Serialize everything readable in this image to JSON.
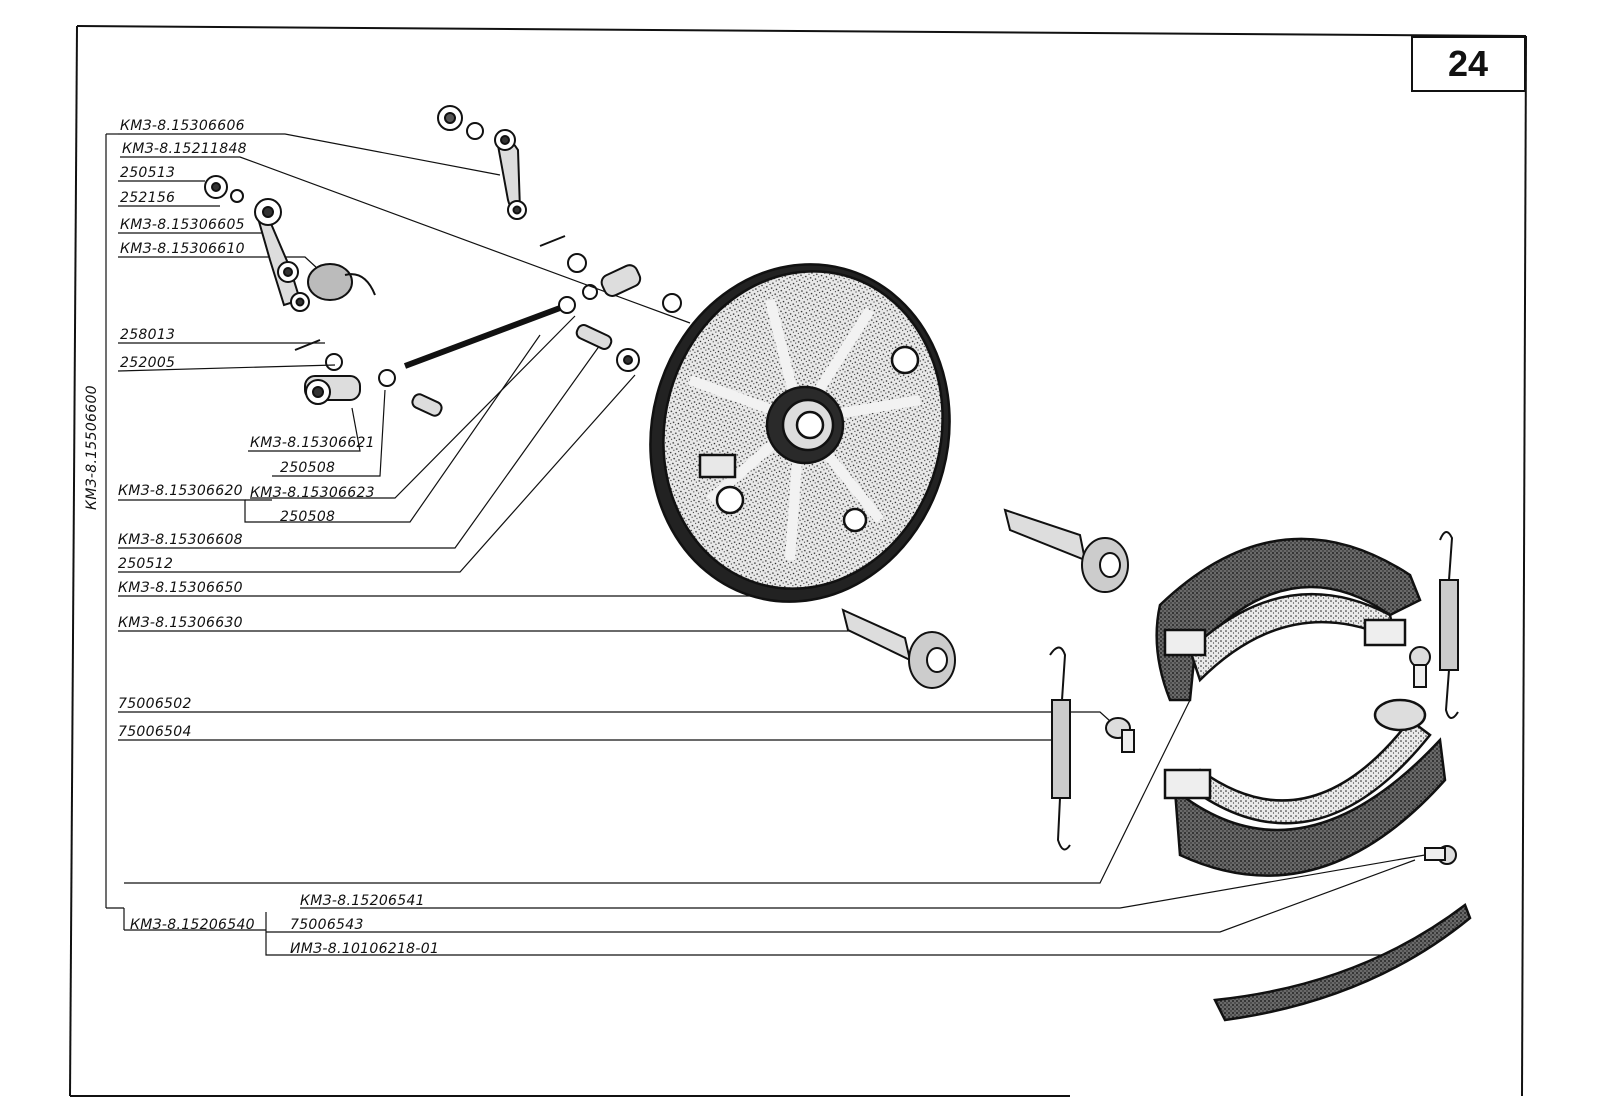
{
  "page_number": "24",
  "assembly_label": "КМЗ-8.15506600",
  "labels": {
    "l01": "КМЗ-8.15306606",
    "l02": "КМЗ-8.15211848",
    "l03": "250513",
    "l04": "252156",
    "l05": "КМЗ-8.15306605",
    "l06": "КМЗ-8.15306610",
    "l07": "258013",
    "l08": "252005",
    "l09": "КМЗ-8.15306621",
    "l10": "250508",
    "l11": "КМЗ-8.15306620",
    "l12": "КМЗ-8.15306623",
    "l13": "250508",
    "l14": "КМЗ-8.15306608",
    "l15": "250512",
    "l16": "КМЗ-8.15306650",
    "l17": "КМЗ-8.15306630",
    "l18": "75006502",
    "l19": "75006504",
    "l20": "КМЗ-8.15206541",
    "l21": "КМЗ-8.15206540",
    "l22": "75006543",
    "l23": "ИМЗ-8.10106218-01"
  },
  "colors": {
    "ink": "#111111",
    "paper": "#ffffff",
    "shade": "#444444"
  }
}
